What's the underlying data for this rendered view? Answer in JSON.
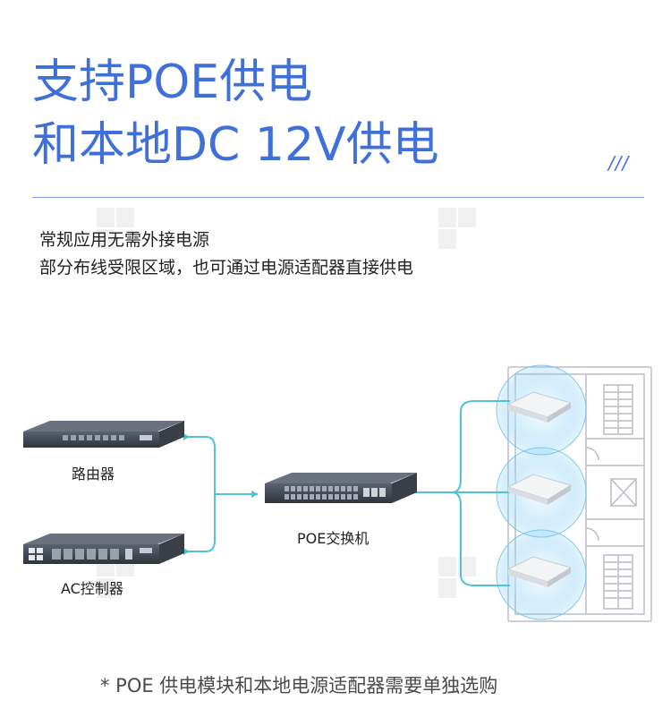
{
  "heading": {
    "line1": "支持POE供电",
    "line2": "和本地DC 12V供电",
    "slashes": "///"
  },
  "description": {
    "line1": "常规应用无需外接电源",
    "line2": "部分布线受限区域，也可通过电源适配器直接供电"
  },
  "devices": {
    "router": "路由器",
    "ac_controller": "AC控制器",
    "poe_switch": "POE交换机"
  },
  "footnote": "* POE 供电模块和本地电源适配器需要单独选购",
  "colors": {
    "accent": "#3f6fd8",
    "link": "#4fc3d6",
    "coverage": "#5ab8f0"
  }
}
